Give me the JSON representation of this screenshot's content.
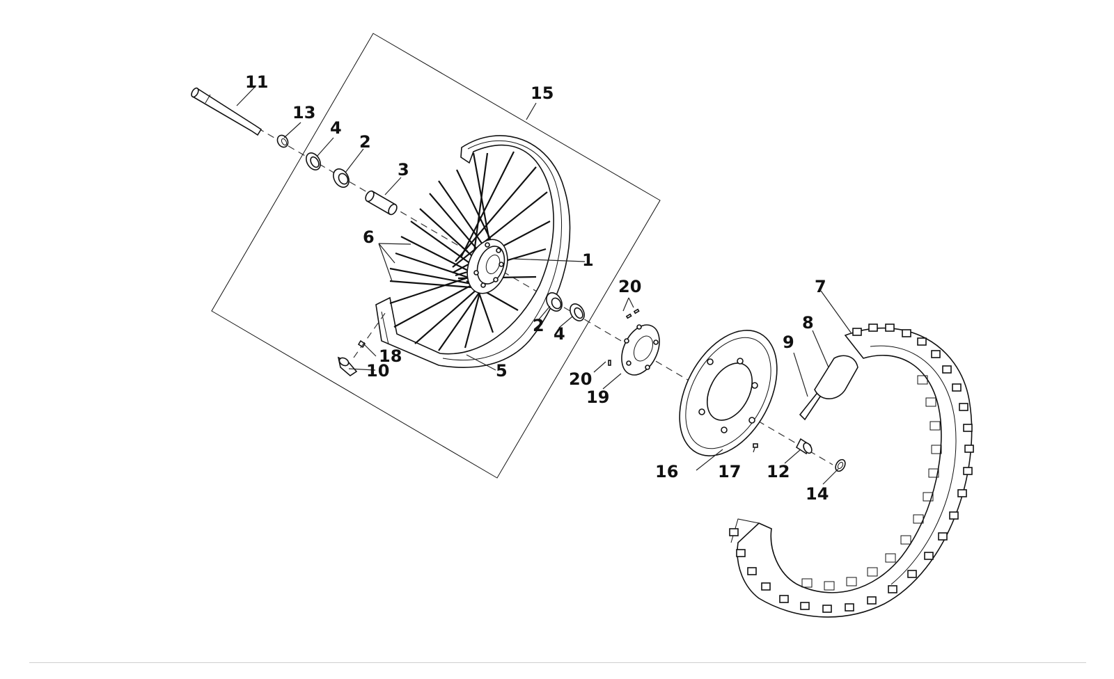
{
  "labels": {
    "l1": "1",
    "l2a": "2",
    "l2b": "2",
    "l3": "3",
    "l4a": "4",
    "l4b": "4",
    "l5": "5",
    "l6": "6",
    "l7": "7",
    "l8": "8",
    "l9": "9",
    "l10": "10",
    "l11": "11",
    "l12": "12",
    "l13": "13",
    "l14": "14",
    "l15": "15",
    "l16": "16",
    "l17": "17",
    "l18": "18",
    "l19": "19",
    "l20a": "20",
    "l20b": "20"
  },
  "colors": {
    "line": "#111111",
    "background": "#ffffff",
    "divider": "#cfcfcf"
  }
}
